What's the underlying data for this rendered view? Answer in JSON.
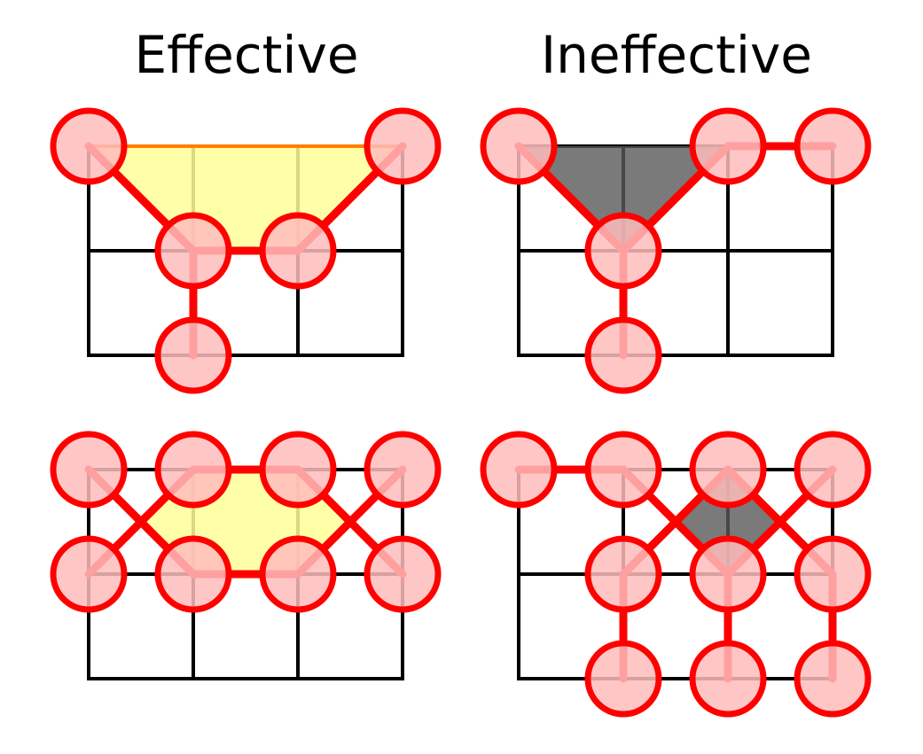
{
  "titles": {
    "left": "Effective",
    "right": "Ineffective"
  },
  "colors": {
    "node_fill": "#ffbcbc",
    "node_stroke": "#ff0000",
    "edge": "#ff0000",
    "grid": "#000000",
    "effective_fill": "#ffff99",
    "effective_stroke": "#ff7f00",
    "ineffective_fill": "#595959",
    "background": "#ffffff"
  },
  "panels": [
    {
      "name": "effective-top",
      "grid": {
        "cols": 3,
        "rows": 2
      },
      "region": "effective",
      "region_points": [
        [
          0,
          0
        ],
        [
          3,
          0
        ],
        [
          2,
          1
        ],
        [
          1,
          1
        ]
      ],
      "edges": [
        [
          [
            0,
            0
          ],
          [
            1,
            1
          ]
        ],
        [
          [
            1,
            1
          ],
          [
            2,
            1
          ]
        ],
        [
          [
            2,
            1
          ],
          [
            3,
            0
          ]
        ],
        [
          [
            1,
            1
          ],
          [
            1,
            2
          ]
        ]
      ],
      "nodes": [
        [
          0,
          0
        ],
        [
          3,
          0
        ],
        [
          1,
          1
        ],
        [
          2,
          1
        ],
        [
          1,
          2
        ]
      ]
    },
    {
      "name": "ineffective-top",
      "grid": {
        "cols": 3,
        "rows": 2
      },
      "region": "ineffective",
      "region_points": [
        [
          0,
          0
        ],
        [
          2,
          0
        ],
        [
          1,
          1
        ]
      ],
      "edges": [
        [
          [
            0,
            0
          ],
          [
            1,
            1
          ]
        ],
        [
          [
            1,
            1
          ],
          [
            2,
            0
          ]
        ],
        [
          [
            2,
            0
          ],
          [
            3,
            0
          ]
        ],
        [
          [
            1,
            1
          ],
          [
            1,
            2
          ]
        ]
      ],
      "nodes": [
        [
          0,
          0
        ],
        [
          2,
          0
        ],
        [
          3,
          0
        ],
        [
          1,
          1
        ],
        [
          1,
          2
        ]
      ]
    },
    {
      "name": "effective-bottom",
      "grid": {
        "cols": 3,
        "rows": 2
      },
      "region": "effective",
      "region_points": [
        [
          1,
          0
        ],
        [
          2,
          0
        ],
        [
          2.5,
          0.5
        ],
        [
          2,
          1
        ],
        [
          1,
          1
        ],
        [
          0.5,
          0.5
        ]
      ],
      "edges": [
        [
          [
            0,
            0
          ],
          [
            1,
            1
          ]
        ],
        [
          [
            0,
            1
          ],
          [
            1,
            0
          ]
        ],
        [
          [
            1,
            0
          ],
          [
            2,
            0
          ]
        ],
        [
          [
            1,
            1
          ],
          [
            2,
            1
          ]
        ],
        [
          [
            2,
            0
          ],
          [
            3,
            1
          ]
        ],
        [
          [
            2,
            1
          ],
          [
            3,
            0
          ]
        ]
      ],
      "nodes": [
        [
          0,
          0
        ],
        [
          1,
          0
        ],
        [
          2,
          0
        ],
        [
          3,
          0
        ],
        [
          0,
          1
        ],
        [
          1,
          1
        ],
        [
          2,
          1
        ],
        [
          3,
          1
        ]
      ]
    },
    {
      "name": "ineffective-bottom",
      "grid": {
        "cols": 3,
        "rows": 2
      },
      "region": "ineffective",
      "region_points": [
        [
          2,
          0
        ],
        [
          2.5,
          0.5
        ],
        [
          2,
          1
        ],
        [
          1.5,
          0.5
        ]
      ],
      "edges": [
        [
          [
            0,
            0
          ],
          [
            1,
            0
          ]
        ],
        [
          [
            1,
            0
          ],
          [
            2,
            1
          ]
        ],
        [
          [
            1,
            1
          ],
          [
            2,
            0
          ]
        ],
        [
          [
            2,
            0
          ],
          [
            3,
            1
          ]
        ],
        [
          [
            2,
            1
          ],
          [
            3,
            0
          ]
        ],
        [
          [
            1,
            1
          ],
          [
            1,
            2
          ]
        ],
        [
          [
            2,
            1
          ],
          [
            2,
            2
          ]
        ],
        [
          [
            3,
            1
          ],
          [
            3,
            2
          ]
        ]
      ],
      "nodes": [
        [
          0,
          0
        ],
        [
          1,
          0
        ],
        [
          2,
          0
        ],
        [
          3,
          0
        ],
        [
          1,
          1
        ],
        [
          2,
          1
        ],
        [
          3,
          1
        ],
        [
          1,
          2
        ],
        [
          2,
          2
        ],
        [
          3,
          2
        ]
      ]
    }
  ]
}
